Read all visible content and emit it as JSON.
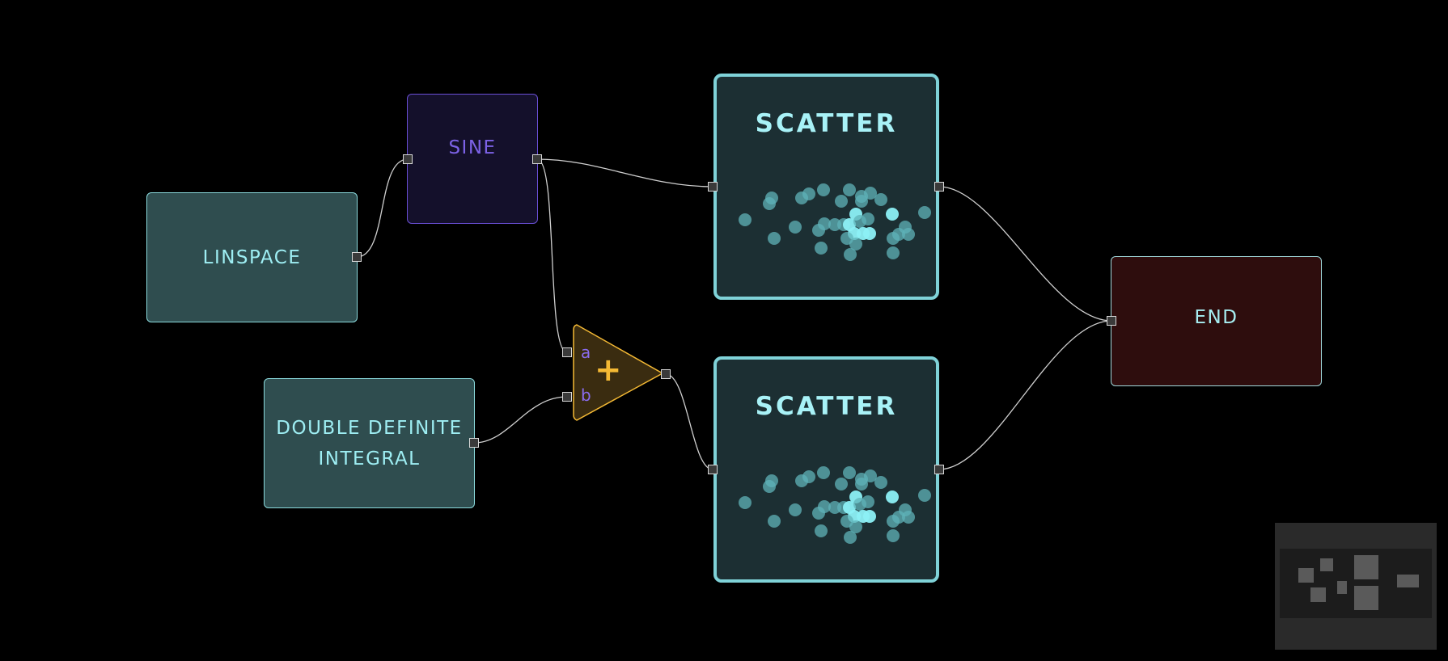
{
  "nodes": {
    "linspace": {
      "label": "LINSPACE"
    },
    "sine": {
      "label": "SINE"
    },
    "double_integral": {
      "label_line1": "DOUBLE DEFINITE",
      "label_line2": "INTEGRAL"
    },
    "add": {
      "symbol": "+",
      "input_a": "a",
      "input_b": "b"
    },
    "scatter_top": {
      "label": "SCATTER"
    },
    "scatter_bottom": {
      "label": "SCATTER"
    },
    "end": {
      "label": "END"
    }
  },
  "colors": {
    "background": "#000000",
    "data_node": "#2f4d4f",
    "sine_node": "#14102b",
    "add_node": "#3a2c10",
    "add_accent": "#f4b934",
    "end_node": "#2e0d0d",
    "scatter_node": "#1c2f33",
    "accent_text": "#9eeef3"
  },
  "icons": {
    "add": "plus-icon",
    "minimap": "minimap-overview"
  }
}
